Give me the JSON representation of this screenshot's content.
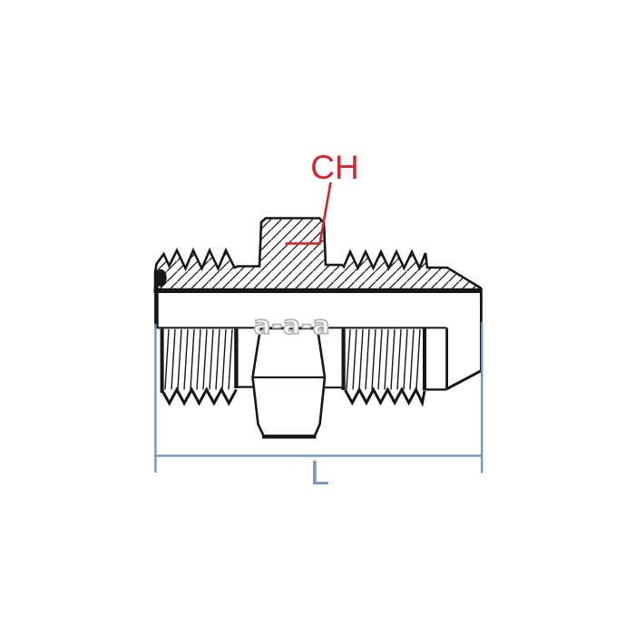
{
  "page": {
    "background": "#ffffff",
    "subject": "Half-section technical drawing of a male-male hydraulic adapter fitting with O-ring, center hex and flared nose"
  },
  "colors": {
    "line": "#161616",
    "dimension_blue": "#7594c4",
    "callout_red": "#d4262e",
    "watermark_gray": "#b2b2b2"
  },
  "labels": {
    "callout": "CH",
    "dimension": "L",
    "watermark": "a-a-a"
  }
}
